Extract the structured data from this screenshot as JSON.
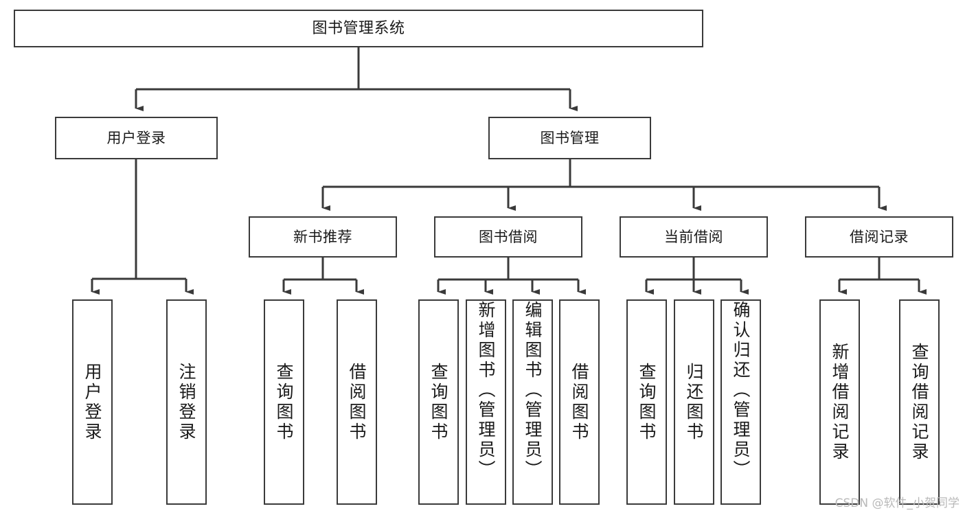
{
  "diagram": {
    "title": "图书管理系统",
    "root": {
      "id": "root",
      "label": "图书管理系统"
    },
    "level1": [
      {
        "id": "user-login",
        "label": "用户登录"
      },
      {
        "id": "book-manage",
        "label": "图书管理"
      }
    ],
    "level2": [
      {
        "id": "new-book-recommend",
        "label": "新书推荐"
      },
      {
        "id": "book-borrow",
        "label": "图书借阅"
      },
      {
        "id": "current-borrow",
        "label": "当前借阅"
      },
      {
        "id": "borrow-record",
        "label": "借阅记录"
      }
    ],
    "leaves": {
      "user_login": [
        {
          "id": "leaf-user-login",
          "label": "用户登录"
        },
        {
          "id": "leaf-logout",
          "label": "注销登录"
        }
      ],
      "new_book_recommend": [
        {
          "id": "leaf-query-book-1",
          "label": "查询图书"
        },
        {
          "id": "leaf-borrow-book-1",
          "label": "借阅图书"
        }
      ],
      "book_borrow": [
        {
          "id": "leaf-query-book-2",
          "label": "查询图书"
        },
        {
          "id": "leaf-add-book",
          "label": "新增图书（管理员）"
        },
        {
          "id": "leaf-edit-book",
          "label": "编辑图书（管理员）"
        },
        {
          "id": "leaf-borrow-book-2",
          "label": "借阅图书"
        }
      ],
      "current_borrow": [
        {
          "id": "leaf-query-book-3",
          "label": "查询图书"
        },
        {
          "id": "leaf-return-book",
          "label": "归还图书"
        },
        {
          "id": "leaf-confirm-return",
          "label": "确认归还（管理员）"
        }
      ],
      "borrow_record": [
        {
          "id": "leaf-add-record",
          "label": "新增借阅记录"
        },
        {
          "id": "leaf-query-record",
          "label": "查询借阅记录"
        }
      ]
    }
  },
  "watermark": {
    "text": "CSDN @软件_小贺同学"
  },
  "colors": {
    "box_border": "#3a3a3a",
    "box_fill": "#ffffff",
    "line": "#3a3a3a",
    "text": "#1a1a1a",
    "watermark": "#b9b9b9",
    "background": "#ffffff"
  }
}
